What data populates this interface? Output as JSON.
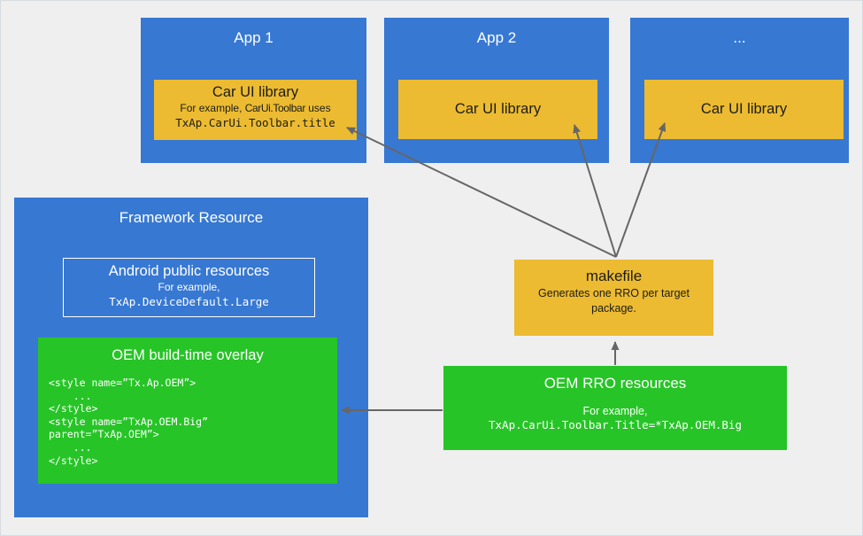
{
  "colors": {
    "blue": "#3778D2",
    "yellow": "#ECBB31",
    "green": "#27C427",
    "arrow": "#666666",
    "bg": "#EFEFEF"
  },
  "apps": [
    {
      "title": "App 1",
      "library": {
        "title": "Car UI library",
        "example_prefix": "For example, ",
        "example_ref": "CarUi.Toolbar",
        "example_suffix": " uses",
        "example_code": "TxAp.CarUi.Toolbar.title"
      }
    },
    {
      "title": "App 2",
      "library": {
        "title": "Car UI library"
      }
    },
    {
      "title": "...",
      "library": {
        "title": "Car UI library"
      }
    }
  ],
  "framework": {
    "title": "Framework Resource",
    "android_public": {
      "title": "Android public resources",
      "example_label": "For example,",
      "example_code": "TxAp.DeviceDefault.Large"
    },
    "oem_overlay": {
      "title": "OEM build-time overlay",
      "code_lines": [
        "<style name=”Tx.Ap.OEM”>",
        "    ...",
        "</style>",
        "<style name=”TxAp.OEM.Big”",
        "parent=”TxAp.OEM”>",
        "    ...",
        "</style>"
      ]
    }
  },
  "makefile": {
    "title": "makefile",
    "description": "Generates one RRO per target package."
  },
  "oem_rro": {
    "title": "OEM RRO resources",
    "example_label": "For example,",
    "example_code": "TxAp.CarUi.Toolbar.Title=*TxAp.OEM.Big"
  }
}
